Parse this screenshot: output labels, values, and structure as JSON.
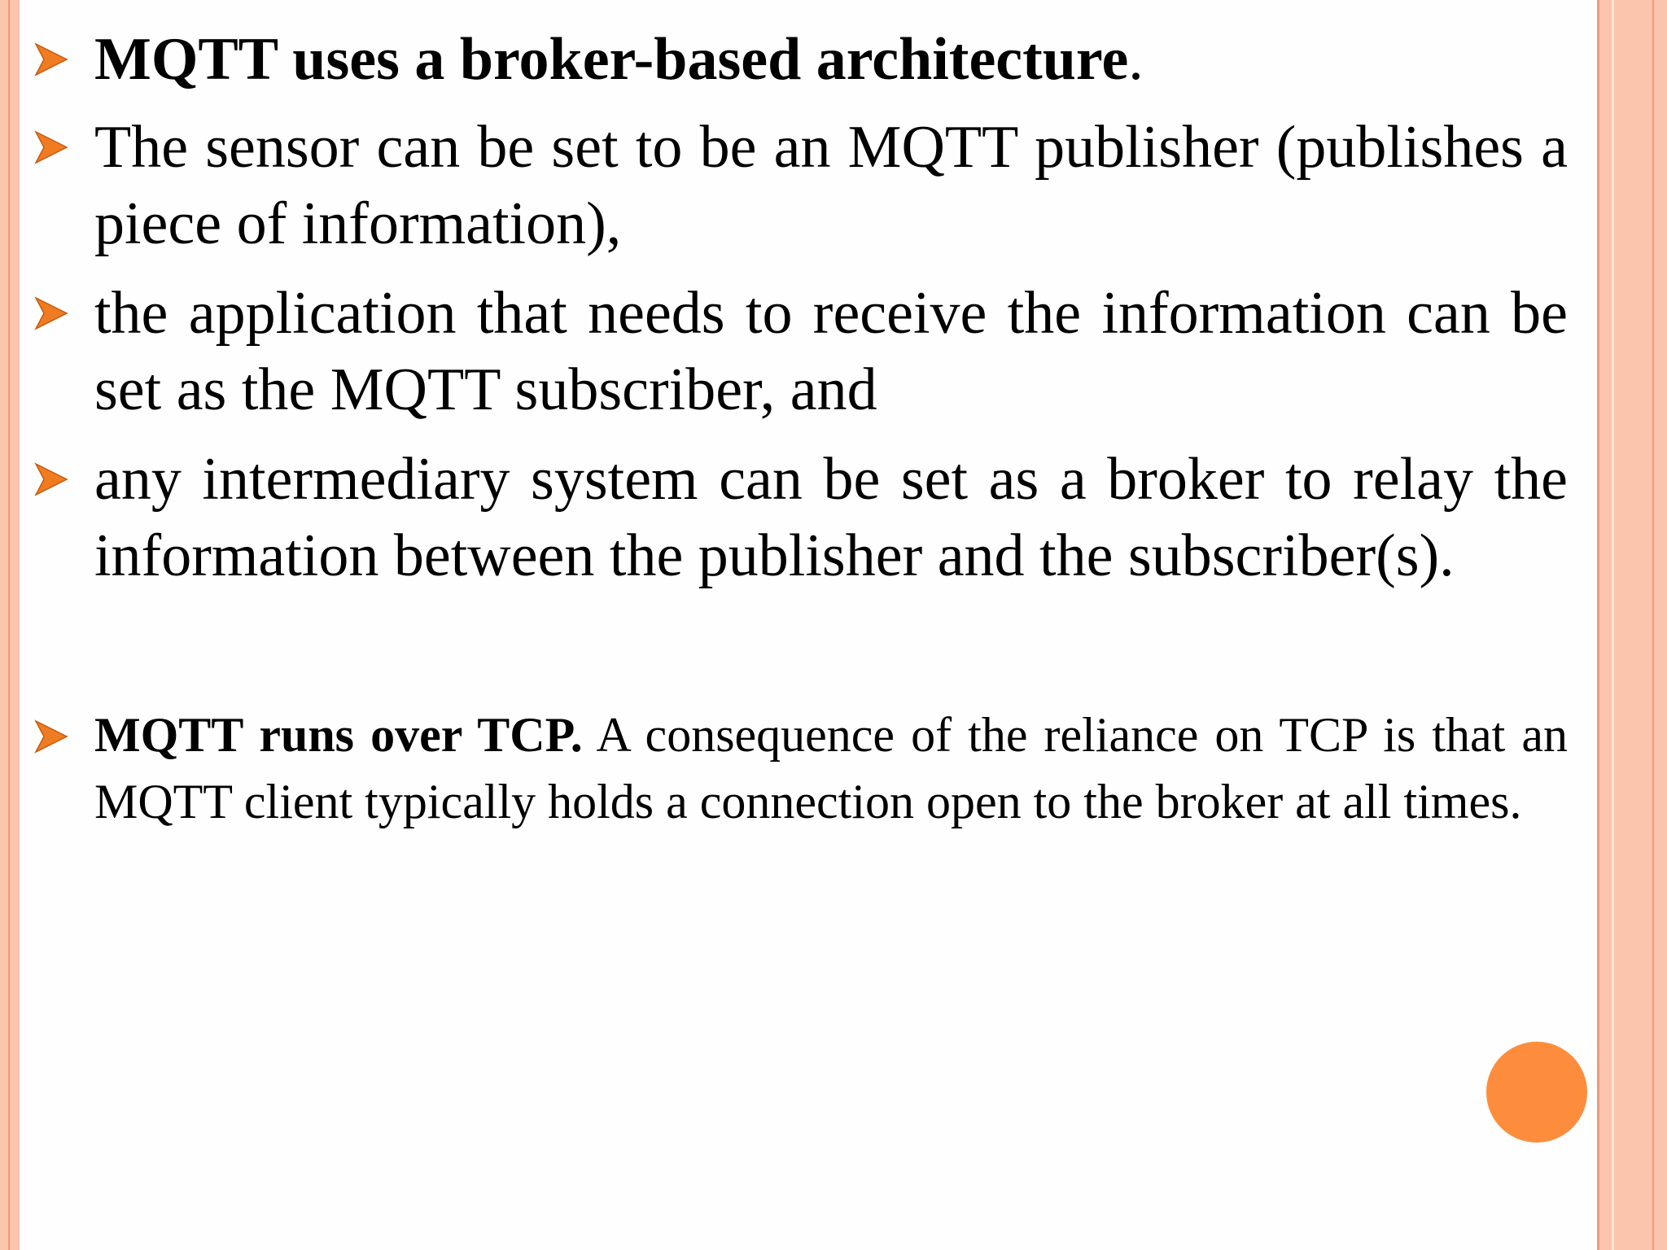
{
  "colors": {
    "border_band": "#fbc4ad",
    "border_line": "#f39a78",
    "bullet_arrow": "#f07c22",
    "accent_dot": "#fd8d3c",
    "text": "#000000"
  },
  "bullets": [
    {
      "icon": "arrow-bullet-icon",
      "bold": "MQTT uses a broker-based architecture",
      "text": "."
    },
    {
      "icon": "arrow-bullet-icon",
      "bold": "",
      "text": "The sensor can be set to be an MQTT publisher (publishes a piece of information),"
    },
    {
      "icon": "arrow-bullet-icon",
      "bold": "",
      "text": "the application that needs to receive the information can be set as the MQTT subscriber, and"
    },
    {
      "icon": "arrow-bullet-icon",
      "bold": "",
      "text": "any intermediary system can be set as a broker to relay the information between the publisher and the subscriber(s)."
    },
    {
      "icon": "arrow-bullet-icon",
      "bold": "MQTT runs over TCP.",
      "text": " A consequence of the reliance on TCP is that an MQTT client typically holds a connection open to the broker at all times."
    }
  ]
}
